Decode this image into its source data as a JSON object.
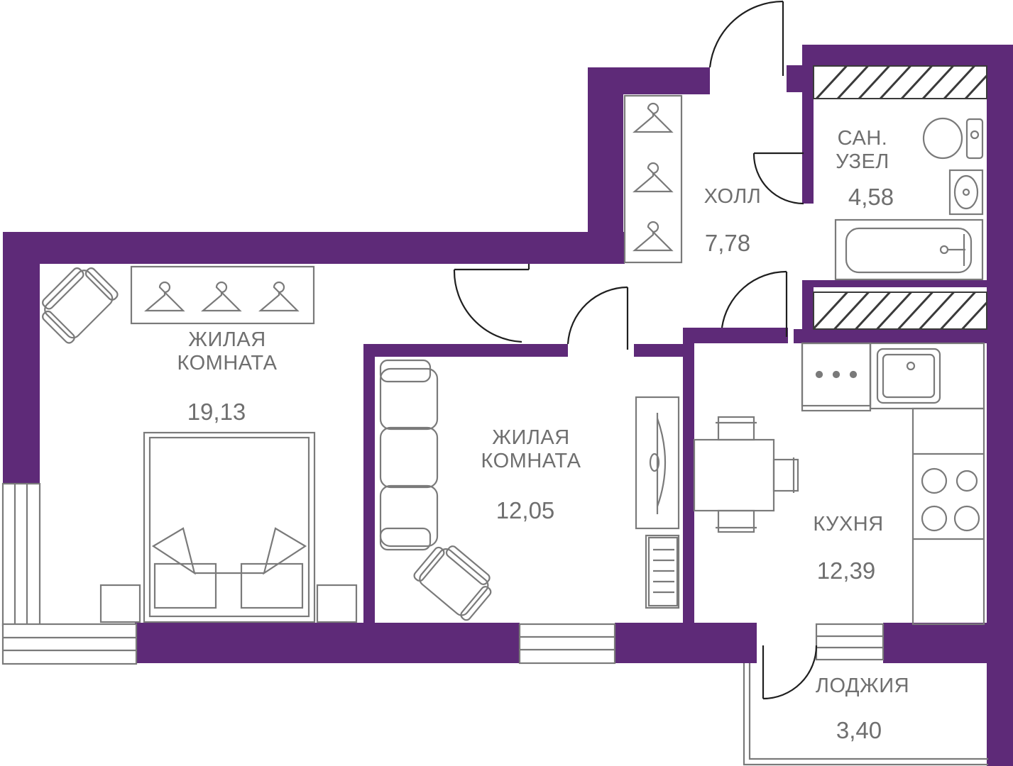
{
  "colors": {
    "wall": "#5e2a78",
    "line": "#7a7a7a",
    "door": "#1f1f1f",
    "text": "#6f6f6f",
    "background": "#ffffff"
  },
  "rooms": {
    "living1": {
      "label": "ЖИЛАЯ\nКОМНАТА",
      "area": "19,13"
    },
    "living2": {
      "label": "ЖИЛАЯ\nКОМНАТА",
      "area": "12,05"
    },
    "hall": {
      "label": "ХОЛЛ",
      "area": "7,78"
    },
    "bathroom": {
      "label": "САН.\nУЗЕЛ",
      "area": "4,58"
    },
    "kitchen": {
      "label": "КУХНЯ",
      "area": "12,39"
    },
    "loggia": {
      "label": "ЛОДЖИЯ",
      "area": "3,40"
    }
  },
  "icons": [
    "hanger-icon",
    "armchair-icon",
    "bed-icon",
    "sofa-icon",
    "toilet-icon",
    "sink-icon",
    "bathtub-icon",
    "stove-icon",
    "dining-table-icon",
    "tv-icon",
    "shelf-icon"
  ]
}
